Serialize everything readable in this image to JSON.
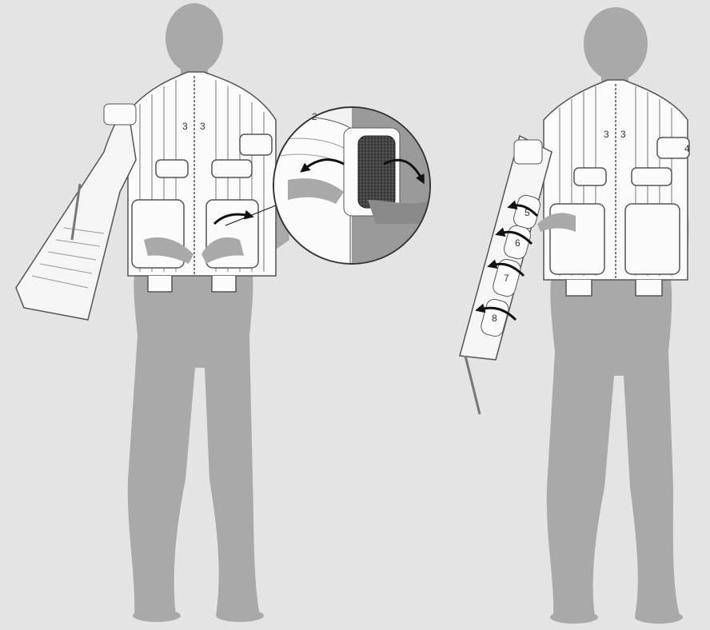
{
  "colors": {
    "background": "#e4e4e4",
    "figure": "#a9a9a9",
    "figure_dark": "#8f8f8f",
    "garment": "#fbfbfb",
    "garment_stroke": "#555555",
    "arrow": "#111111",
    "velcro": "#333333"
  },
  "figure_left": {
    "chest_labels": [
      "3",
      "3"
    ],
    "sleeve_state": "open",
    "magnifier_label": "2"
  },
  "figure_right": {
    "chest_labels": [
      "3",
      "3"
    ],
    "shoulder_label": "4",
    "sleeve_labels": [
      "5",
      "6",
      "7",
      "8"
    ],
    "sleeve_state": "closed"
  }
}
